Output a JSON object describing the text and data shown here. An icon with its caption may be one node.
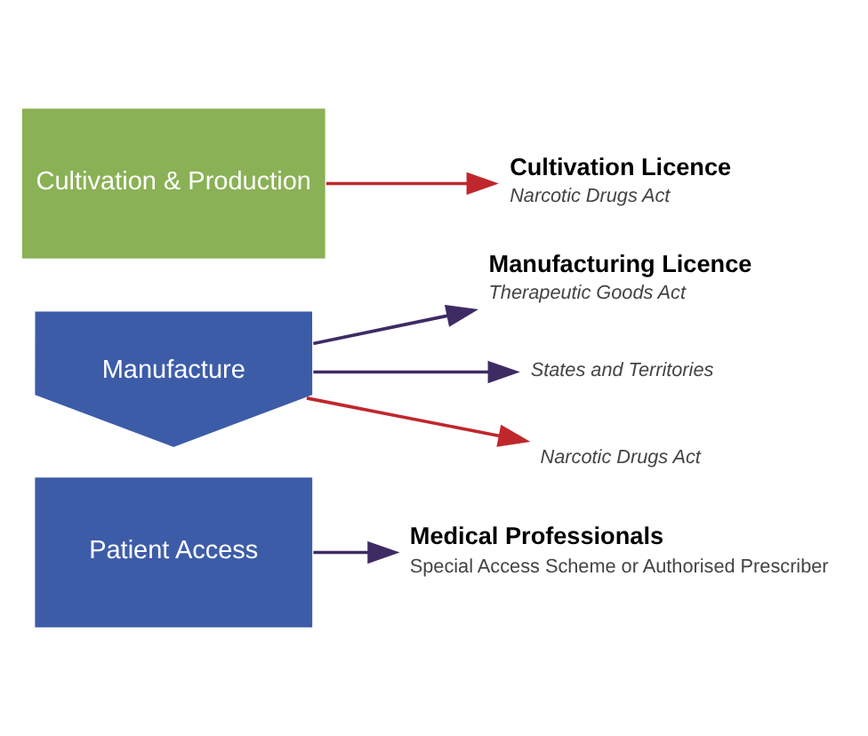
{
  "diagram": {
    "nodes": [
      {
        "text": [
          "Patient Access"
        ]
      },
      {
        "text": [
          "Manufacture"
        ]
      },
      {
        "text": [
          "Cultivation & Production"
        ]
      },
      {
        "text": [
          "Medical Professionals",
          "Special Access Scheme or Authorised Prescriber"
        ]
      },
      {
        "text": [
          "Manufacturing Licence",
          "Therapeutic Goods Act"
        ]
      },
      {
        "text": [
          "States and Territories"
        ]
      },
      {
        "text": [
          "Narcotic Drugs Act"
        ]
      },
      {
        "text": [
          "Cultivation Licence",
          "Narcotic Drugs Act"
        ]
      }
    ],
    "edges": [
      {
        "from": 0,
        "to": 3,
        "arrow": "to"
      },
      {
        "from": 1,
        "to": 4,
        "arrow": "to"
      },
      {
        "from": 1,
        "to": 5,
        "arrow": "to"
      },
      {
        "from": 1,
        "to": 6,
        "arrow": "to",
        "color": "#c0272d"
      },
      {
        "from": 2,
        "to": 7,
        "arrow": "to",
        "color": "#c0272d"
      }
    ]
  }
}
